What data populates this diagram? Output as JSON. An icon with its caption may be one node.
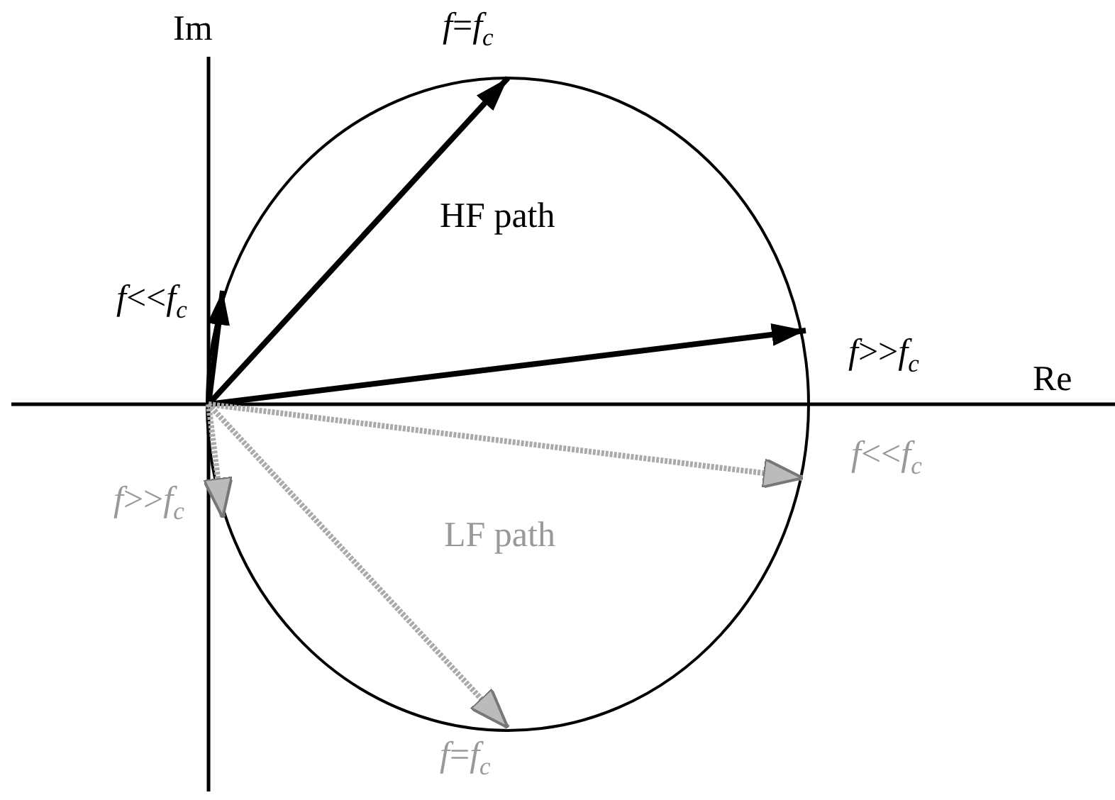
{
  "diagram": {
    "labels": [
      "Im",
      "*f*=*f*$_{c}$",
      "*f*<<*f*$_{c}$",
      "HF path",
      "*f*>>*f*$_{c}$",
      "Re",
      "*f*<<*f*$_{c}$",
      "*f*>>*f*$_{c}$",
      "LF path",
      "*f*=*f*$_{c}$"
    ]
  }
}
